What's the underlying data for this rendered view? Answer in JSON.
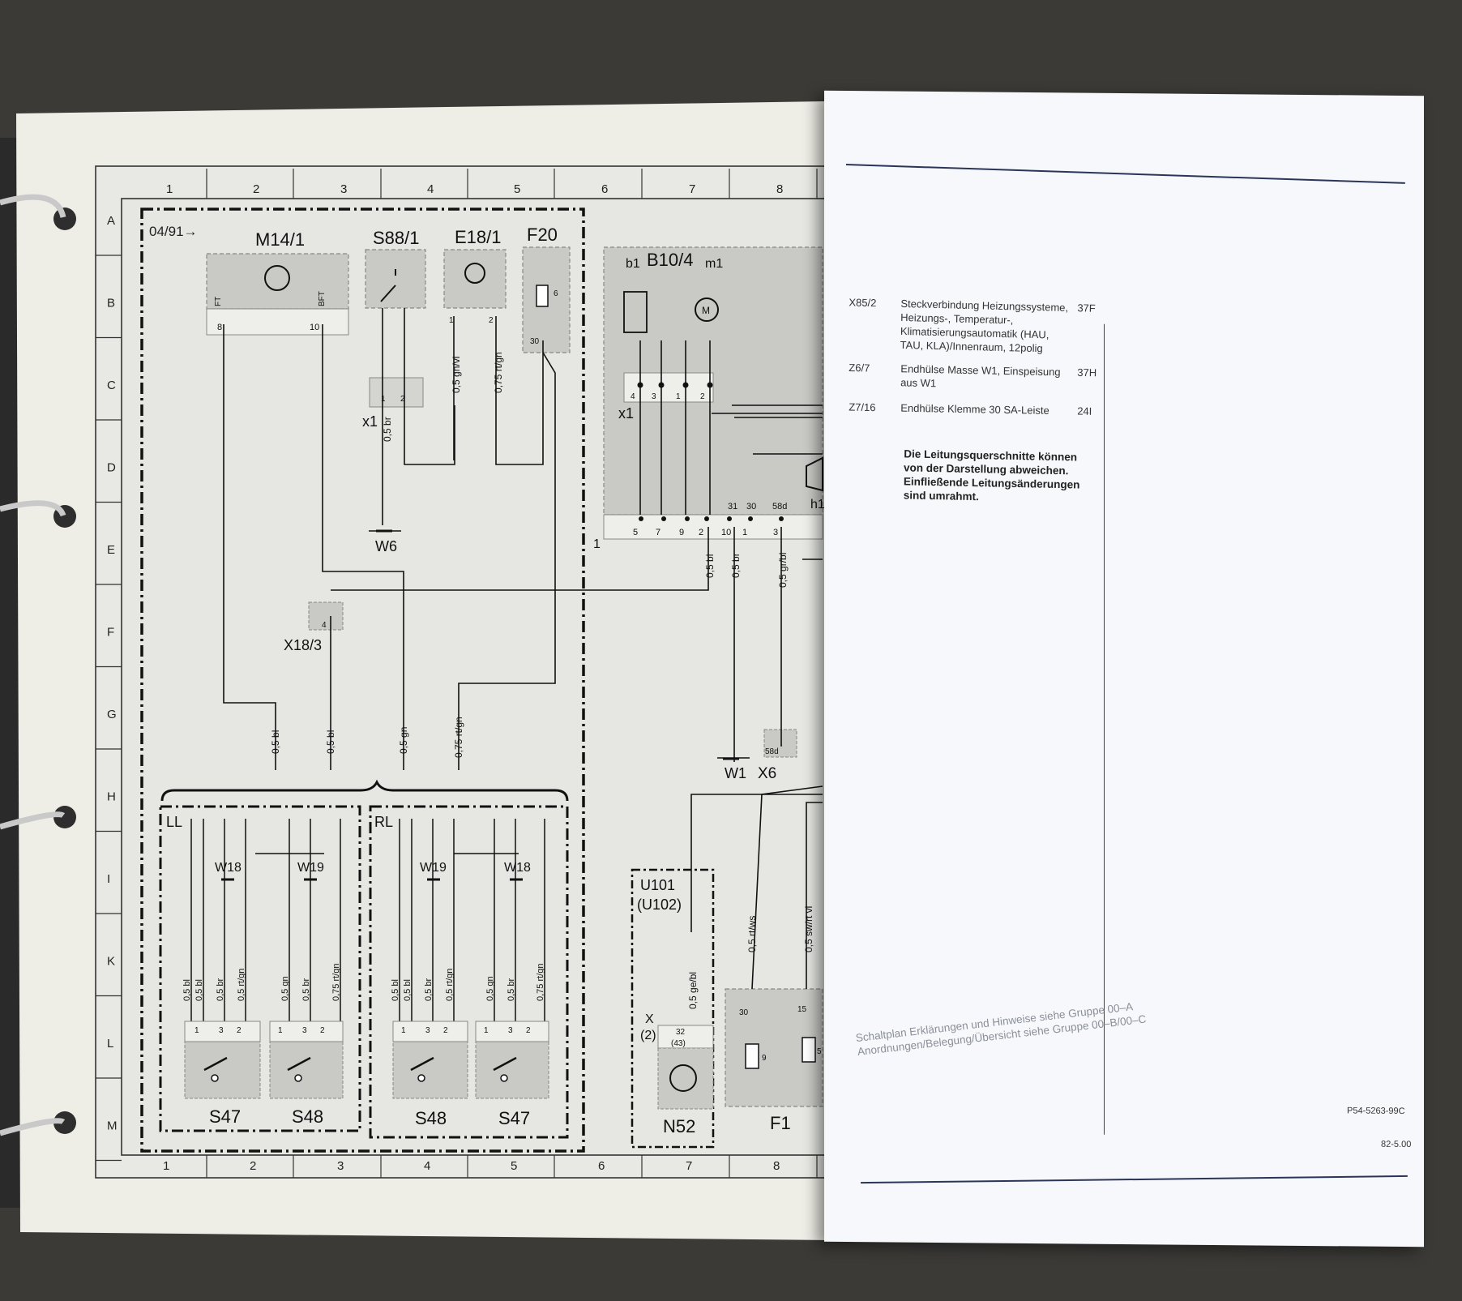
{
  "diagram": {
    "grid_columns_top": [
      "1",
      "2",
      "3",
      "4",
      "5",
      "6",
      "7",
      "8"
    ],
    "grid_columns_bottom": [
      "1",
      "2",
      "3",
      "4",
      "5",
      "6",
      "7",
      "8"
    ],
    "grid_rows": [
      "A",
      "B",
      "C",
      "D",
      "E",
      "F",
      "G",
      "H",
      "I",
      "K",
      "L",
      "M"
    ],
    "version_tag": "04/91→",
    "components": {
      "m14": "M14/1",
      "s88": "S88/1",
      "e18": "E18/1",
      "f20": "F20",
      "b10": "B10/4",
      "b1": "b1",
      "m1": "m1",
      "x1a": "x1",
      "x1b": "x1",
      "w6": "W6",
      "x18": "X18/3",
      "w1": "W1",
      "x6": "X6",
      "h1": "h1",
      "ll": "LL",
      "rl": "RL",
      "w18a": "W18",
      "w19a": "W19",
      "w19b": "W19",
      "w18b": "W18",
      "s47a": "S47",
      "s48a": "S48",
      "s48b": "S48",
      "s47b": "S47",
      "u101": "U101",
      "u102": "(U102)",
      "x2a": "X",
      "x2b": "(2)",
      "n52": "N52",
      "f1": "F1",
      "edge1": "1"
    },
    "pins": {
      "ft": "FT",
      "bft": "BFT",
      "p8": "8",
      "p10": "10",
      "p1": "1",
      "p2": "2",
      "p6": "6",
      "p30": "30",
      "m": "M",
      "b10_top": [
        "4",
        "3",
        "1",
        "2"
      ],
      "b10_bot": [
        "5",
        "7",
        "9",
        "2",
        "10",
        "1",
        "3"
      ],
      "b10_bot_top": [
        "31",
        "30",
        "58d"
      ],
      "x18p": "4",
      "x6p": "58d",
      "sw": [
        "1",
        "3",
        "2"
      ],
      "n52p": [
        "32",
        "(43)"
      ],
      "f1p": [
        "30",
        "15",
        "9",
        "5"
      ]
    },
    "wires": {
      "a": "0,5 br",
      "b": "0,5 gn/vi",
      "c": "0,75 rt/gn",
      "d": "0,5 bl",
      "e": "0,5 br",
      "f": "0,5 gr/bl",
      "g1": "0,5 bl",
      "g2": "0,5 bl",
      "g3": "0,5 gn",
      "g4": "0,75 rt/gn",
      "k": [
        "0,5 bl",
        "0,5 bl",
        "0,5 br",
        "0,5 rt/gn",
        "0,5 gn",
        "0,5 br",
        "0,75 rt/gn",
        "0,5 bl",
        "0,5 bl",
        "0,5 br",
        "0,5 rt/gn",
        "0,5 gn",
        "0,5 br",
        "0,75 rt/gn"
      ],
      "u1": "0,5 ge/bl",
      "u2": "0,5 rt/ws",
      "u3": "0,5 sw/rt vi"
    }
  },
  "legend": [
    {
      "code": "X85/2",
      "desc": "Steckverbindung Heizungssysteme, Heizungs-, Temperatur-, Klimatisierungsautomatik (HAU, TAU, KLA)/Innenraum, 12polig",
      "ref": "37F"
    },
    {
      "code": "Z6/7",
      "desc": "Endhülse Masse W1, Einspeisung aus W1",
      "ref": "37H"
    },
    {
      "code": "Z7/16",
      "desc": "Endhülse Klemme 30 SA-Leiste",
      "ref": "24I"
    }
  ],
  "note": "Die Leitungsquerschnitte können von der Darstellung abweichen. Einfließende Leitungsänderungen sind umrahmt.",
  "footer_line1": "Schaltplan Erklärungen und Hinweise siehe Gruppe 00–A",
  "footer_line2": "Anordnungen/Belegung/Übersicht siehe Gruppe 00–B/00–C",
  "doc_number": "P54-5263-99C",
  "page_number": "82-5.00"
}
